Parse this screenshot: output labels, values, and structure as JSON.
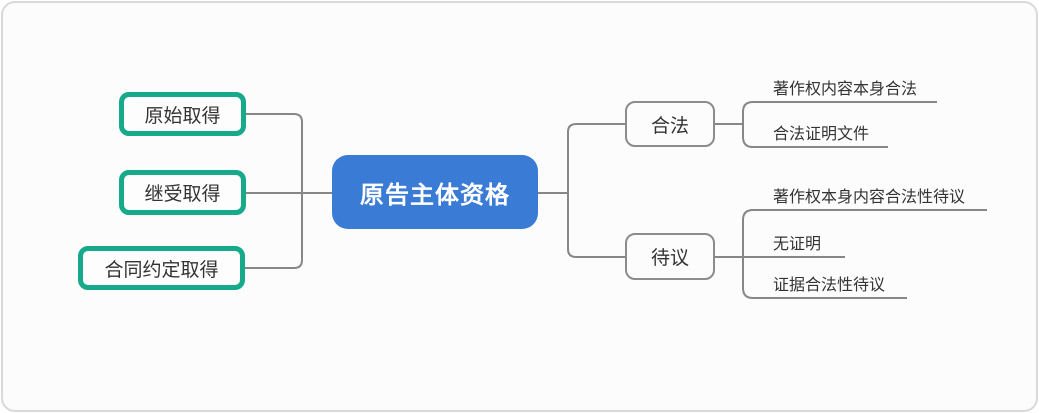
{
  "palette": {
    "green": "#16a98a",
    "blue": "#3a7bd5",
    "line": "#878787",
    "boxline": "#8c8c8c",
    "ink": "#333333",
    "card_bg": "#fcfcfc",
    "card_border": "#d9d9d9"
  },
  "root": {
    "label": "原告主体资格"
  },
  "left_branches": [
    {
      "label": "原始取得"
    },
    {
      "label": "继受取得"
    },
    {
      "label": "合同约定取得"
    }
  ],
  "right_branches": [
    {
      "label": "合法",
      "children": [
        {
          "label": "著作权内容本身合法"
        },
        {
          "label": "合法证明文件"
        }
      ]
    },
    {
      "label": "待议",
      "children": [
        {
          "label": "著作权本身内容合法性待议"
        },
        {
          "label": "无证明"
        },
        {
          "label": "证据合法性待议"
        }
      ]
    }
  ]
}
